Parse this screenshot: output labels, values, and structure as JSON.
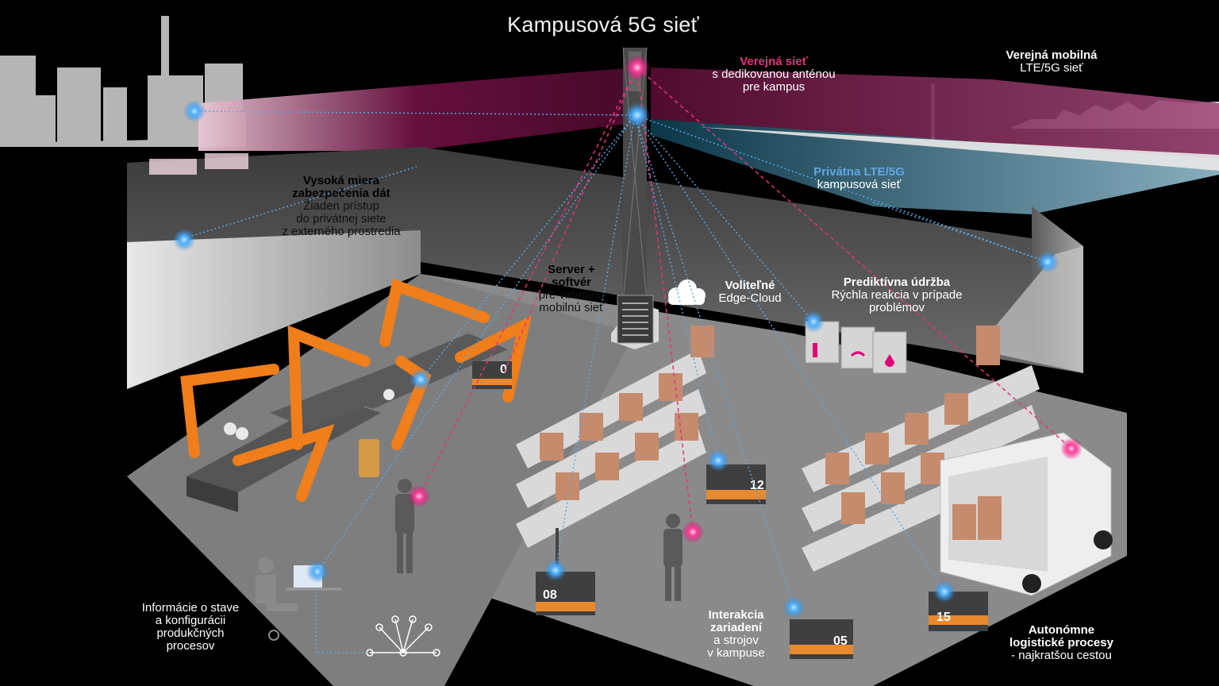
{
  "title": "Kampusová 5G sieť",
  "colors": {
    "background": "#000000",
    "public_network": "#e20074",
    "private_network": "#5aa7e3",
    "robot_orange": "#f07e1a",
    "floor": "#8b8b8b",
    "wall": "#bdbdbd",
    "box": "#c68b6c"
  },
  "labels": {
    "public_network": {
      "title": "Verejná sieť",
      "line1": "s dedikovanou anténou",
      "line2": "pre kampus"
    },
    "public_mobile": {
      "title": "Verejná mobilná",
      "line1": "LTE/5G sieť"
    },
    "private_network": {
      "title": "Privátna LTE/5G",
      "line1": "kampusová sieť"
    },
    "security": {
      "title1": "Vysoká miera",
      "title2": "zabezpečenia dát",
      "line1": "Žiaden prístup",
      "line2": "do privátnej siete",
      "line3": "z externého prostredia"
    },
    "server": {
      "title1": "Server +",
      "title2": "softvér",
      "line1": "pre virtuálnu",
      "line2": "mobilnú sieť"
    },
    "edge": {
      "title": "Voliteľné",
      "line1": "Edge-Cloud"
    },
    "maintenance": {
      "title": "Prediktívna údržba",
      "line1": "Rýchla reakcia v prípade",
      "line2": "problémov"
    },
    "status_info": {
      "line1": "Informácie o stave",
      "line2": "a konfigurácii",
      "line3": "produkčných",
      "line4": "procesov"
    },
    "interaction": {
      "title1": "Interakcia",
      "title2": "zariadení",
      "line1": "a strojov",
      "line2": "v kampuse"
    },
    "logistics": {
      "title1": "Autonómne",
      "title2": "logistické procesy",
      "line1": "- najkratšou cestou"
    }
  },
  "vehicles": [
    "08",
    "12",
    "05",
    "15",
    "0"
  ],
  "icons": [
    "cell-tower-icon",
    "cloud-icon",
    "server-rack-icon",
    "robot-arm-icon",
    "truck-icon",
    "person-icon",
    "network-graph-icon",
    "thermometer-icon",
    "wifi-icon",
    "drop-icon"
  ]
}
